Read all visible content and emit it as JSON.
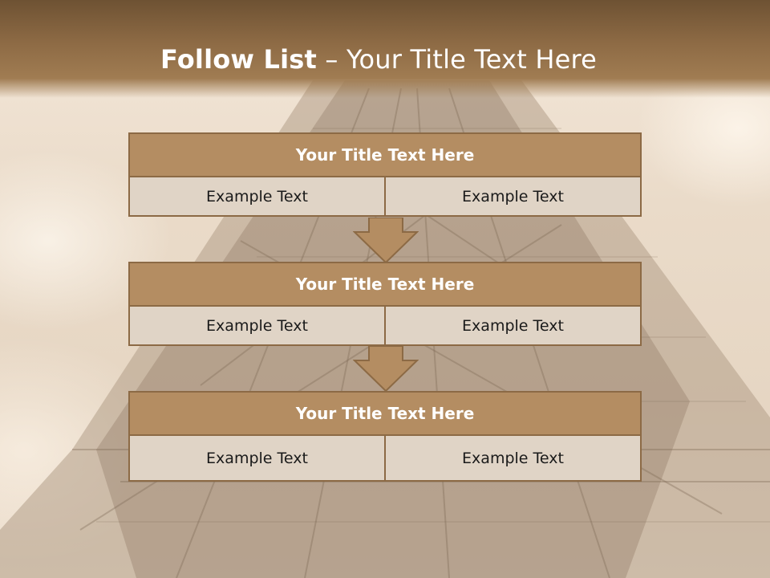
{
  "slide": {
    "title_bold": "Follow List",
    "title_rest": " – Your Title Text Here"
  },
  "blocks": [
    {
      "title": "Your Title Text Here",
      "left": "Example Text",
      "right": "Example Text"
    },
    {
      "title": "Your Title Text Here",
      "left": "Example Text",
      "right": "Example Text"
    },
    {
      "title": "Your Title Text Here",
      "left": "Example Text",
      "right": "Example Text"
    }
  ],
  "colors": {
    "header": "#8e6b45",
    "block_title": "#b48d62",
    "cell": "#e0d4c6",
    "border": "#8c6a45",
    "arrow": "#b48d62"
  },
  "icons": [
    "down-arrow-icon",
    "down-arrow-icon"
  ]
}
